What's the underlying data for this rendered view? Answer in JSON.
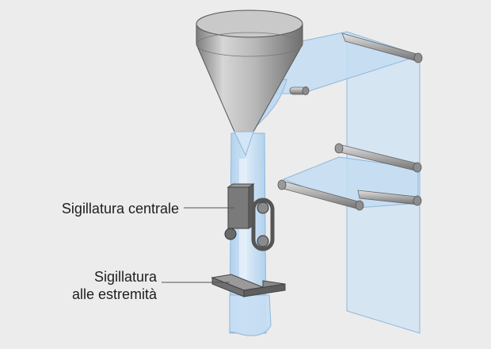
{
  "labels": {
    "central_seal": "Sigillatura centrale",
    "end_seal_line1": "Sigillatura",
    "end_seal_line2": "alle estremità"
  },
  "colors": {
    "background": "#ececec",
    "film": "#bcd8f0",
    "film_edge": "#8fb8dc",
    "metal": "#a8a8a8",
    "metal_dark": "#6a6a6a",
    "leader_line": "#555555",
    "text": "#1e1e1e"
  }
}
